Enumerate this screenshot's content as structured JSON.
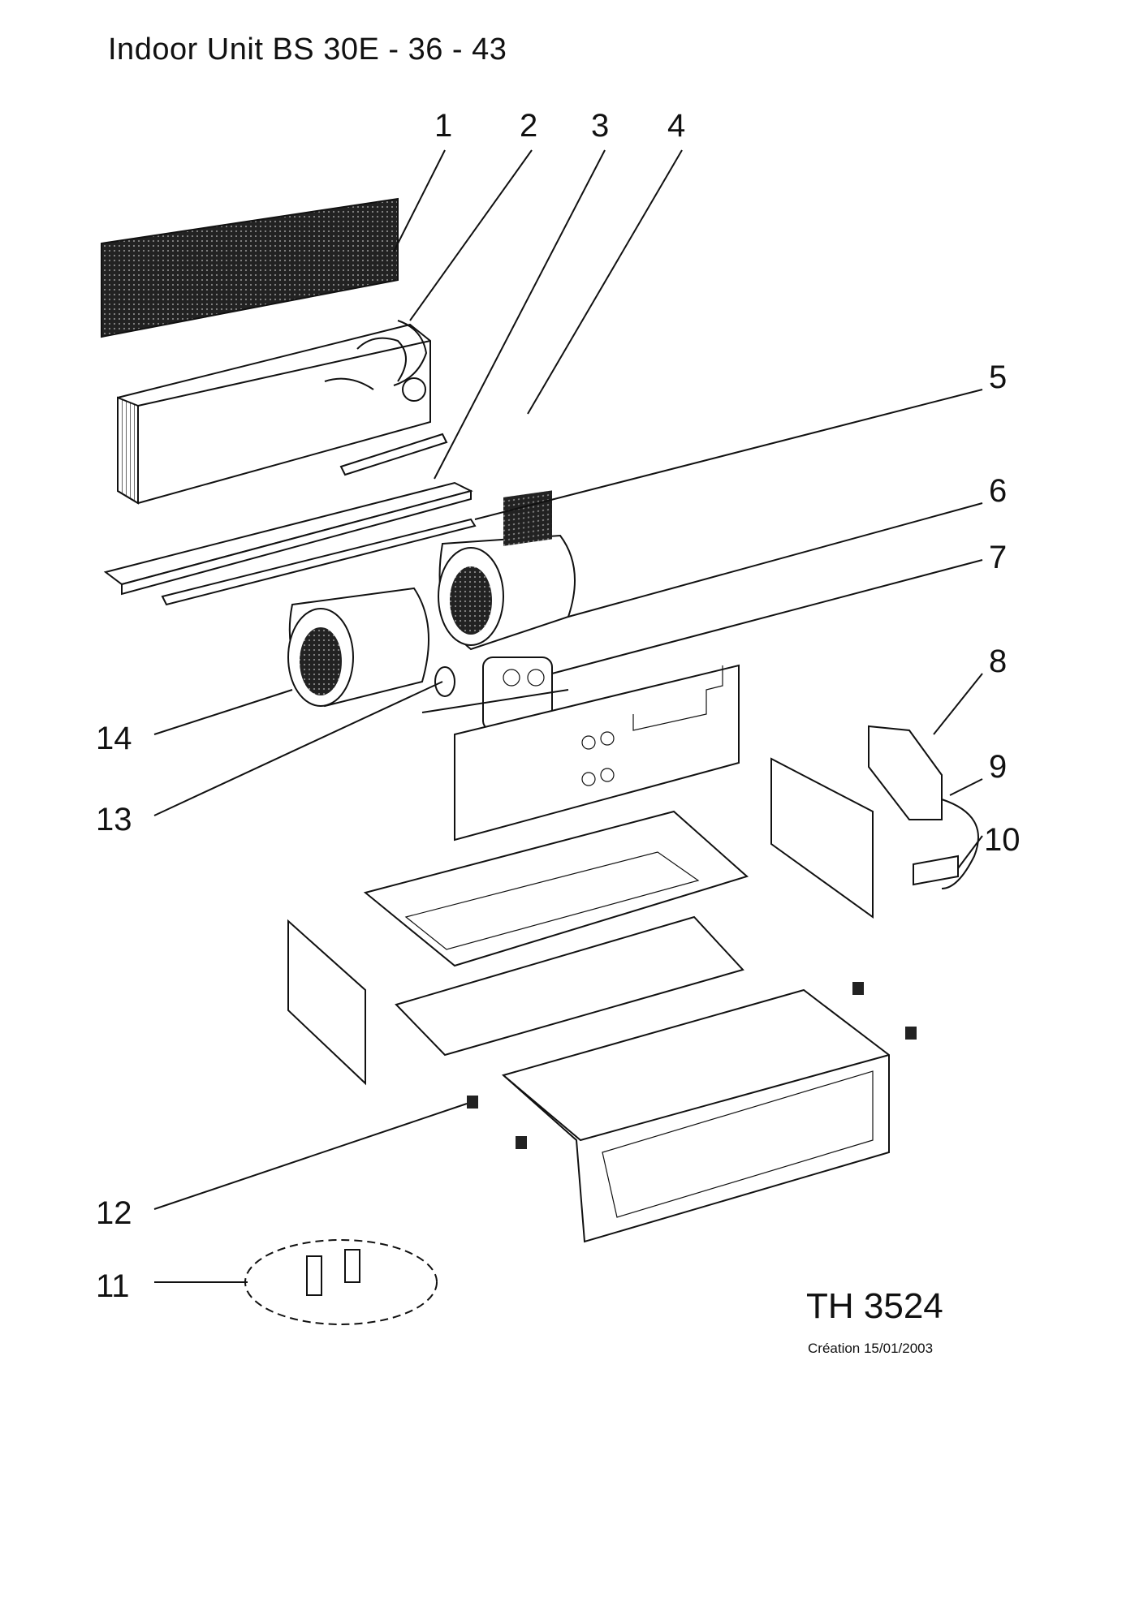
{
  "title": "Indoor Unit BS 30E - 36 - 43",
  "reference": "TH 3524",
  "created": "Création 15/01/2003",
  "callouts": [
    "1",
    "2",
    "3",
    "4",
    "5",
    "6",
    "7",
    "8",
    "9",
    "10",
    "11",
    "12",
    "13",
    "14"
  ]
}
